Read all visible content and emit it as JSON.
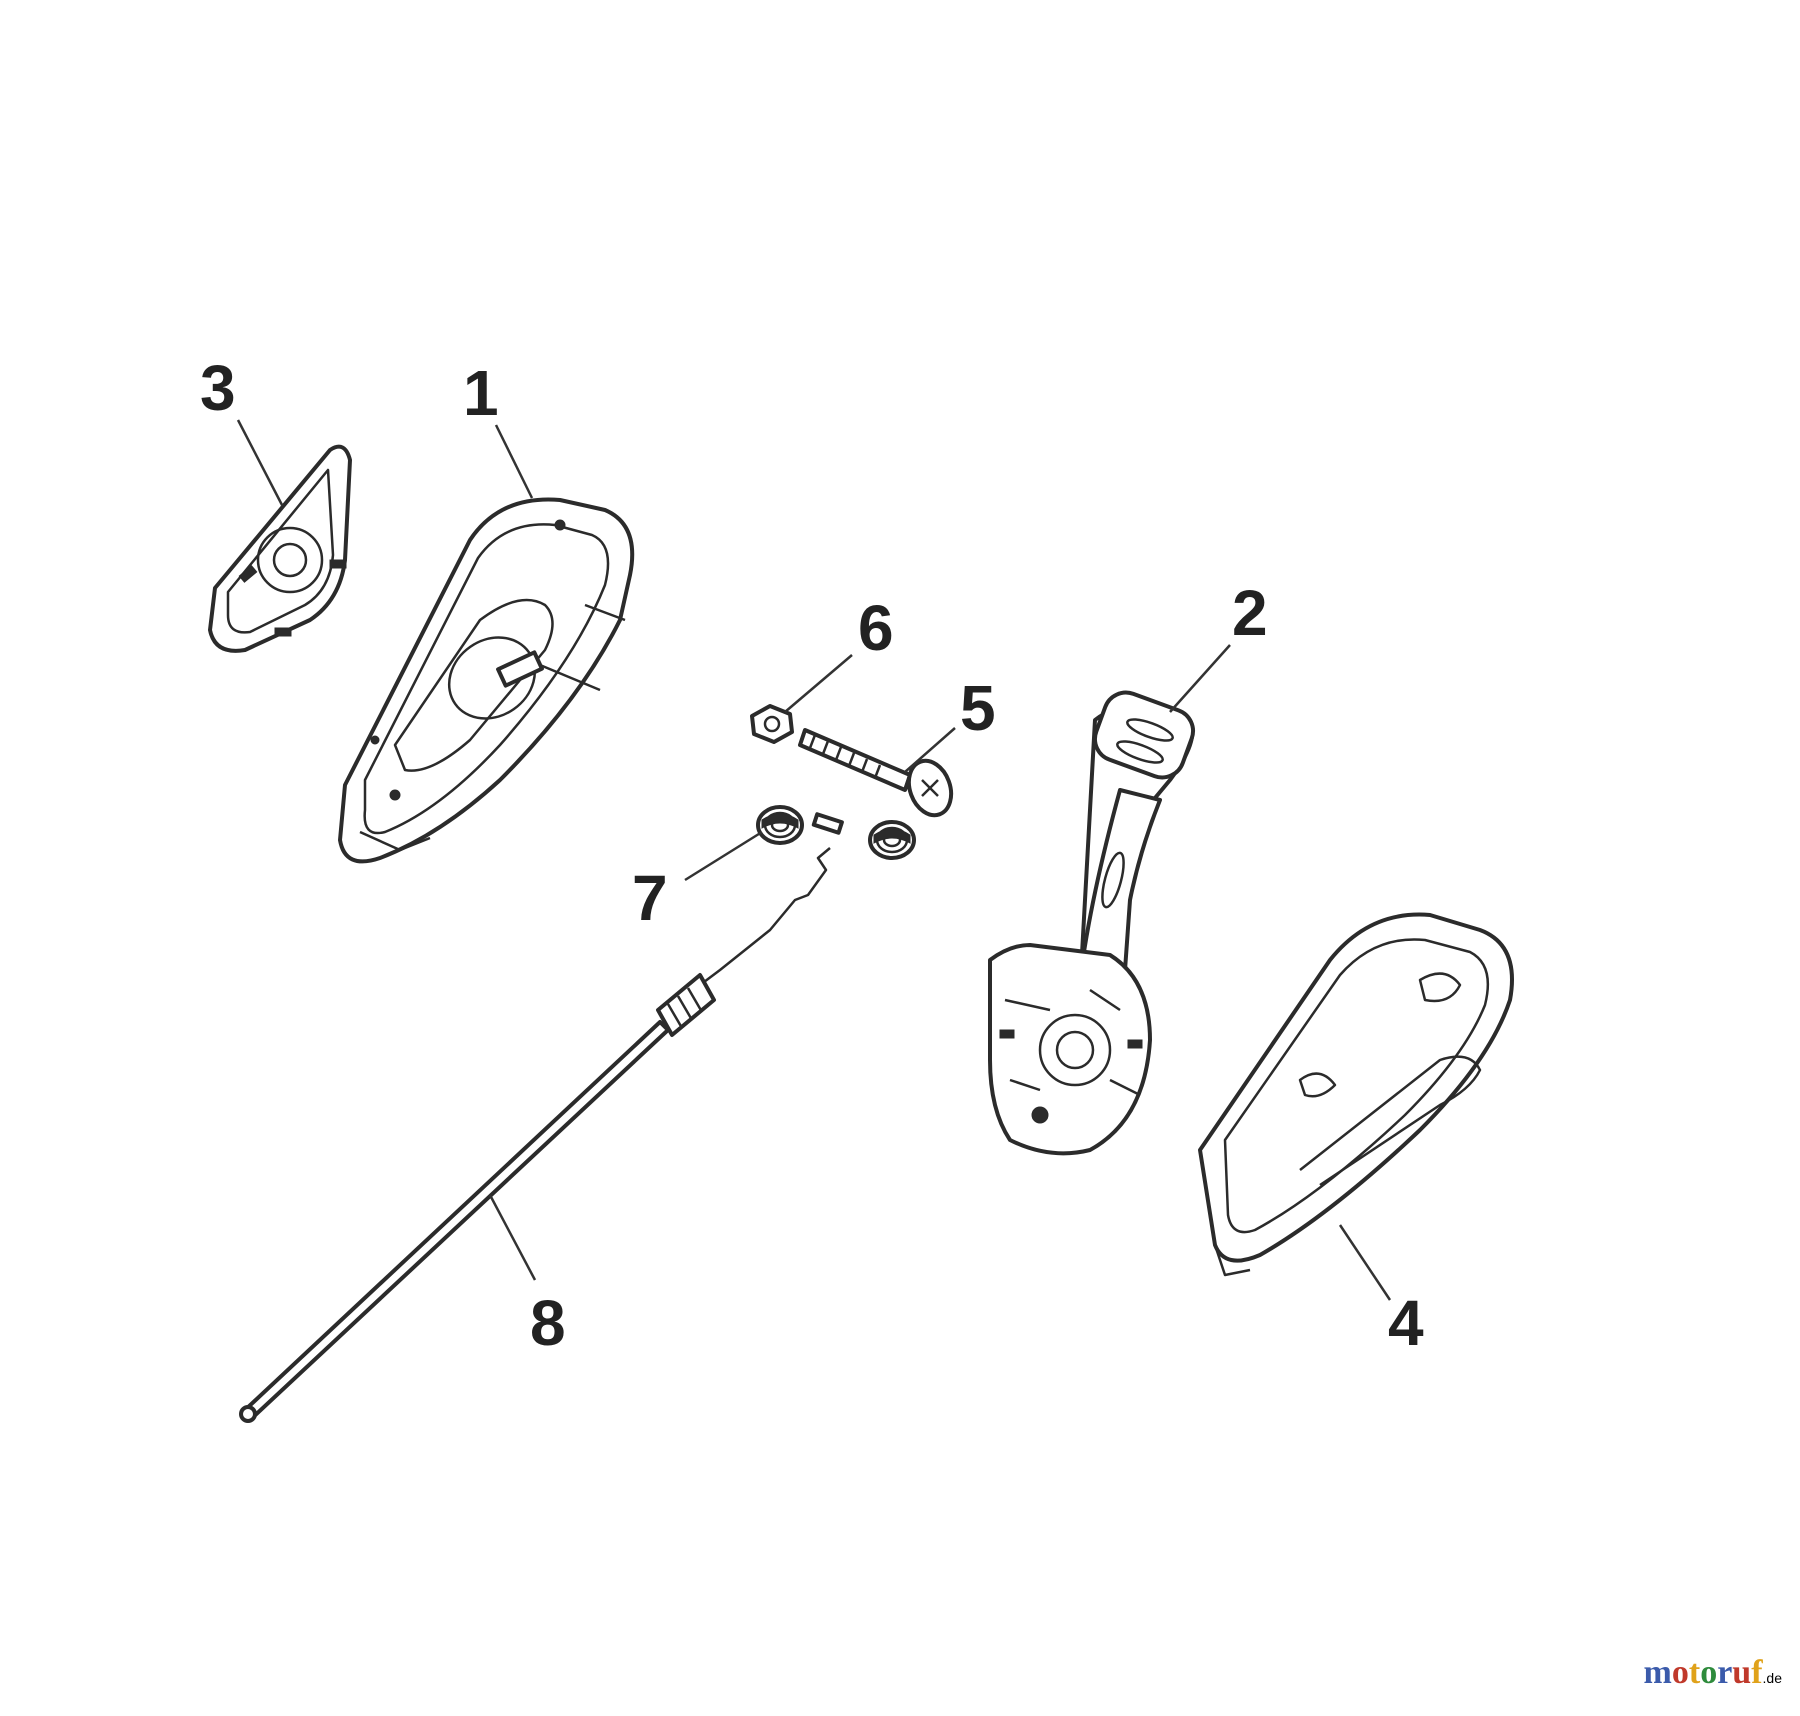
{
  "callouts": [
    {
      "id": "1",
      "text": "1"
    },
    {
      "id": "2",
      "text": "2"
    },
    {
      "id": "3",
      "text": "3"
    },
    {
      "id": "4",
      "text": "4"
    },
    {
      "id": "5",
      "text": "5"
    },
    {
      "id": "6",
      "text": "6"
    },
    {
      "id": "7",
      "text": "7"
    },
    {
      "id": "8",
      "text": "8"
    }
  ],
  "watermark": {
    "text": "motoruf",
    "suffix": ".de",
    "colors": [
      "#3b5bab",
      "#c0392b",
      "#e0a21a",
      "#2e8b3c"
    ]
  }
}
